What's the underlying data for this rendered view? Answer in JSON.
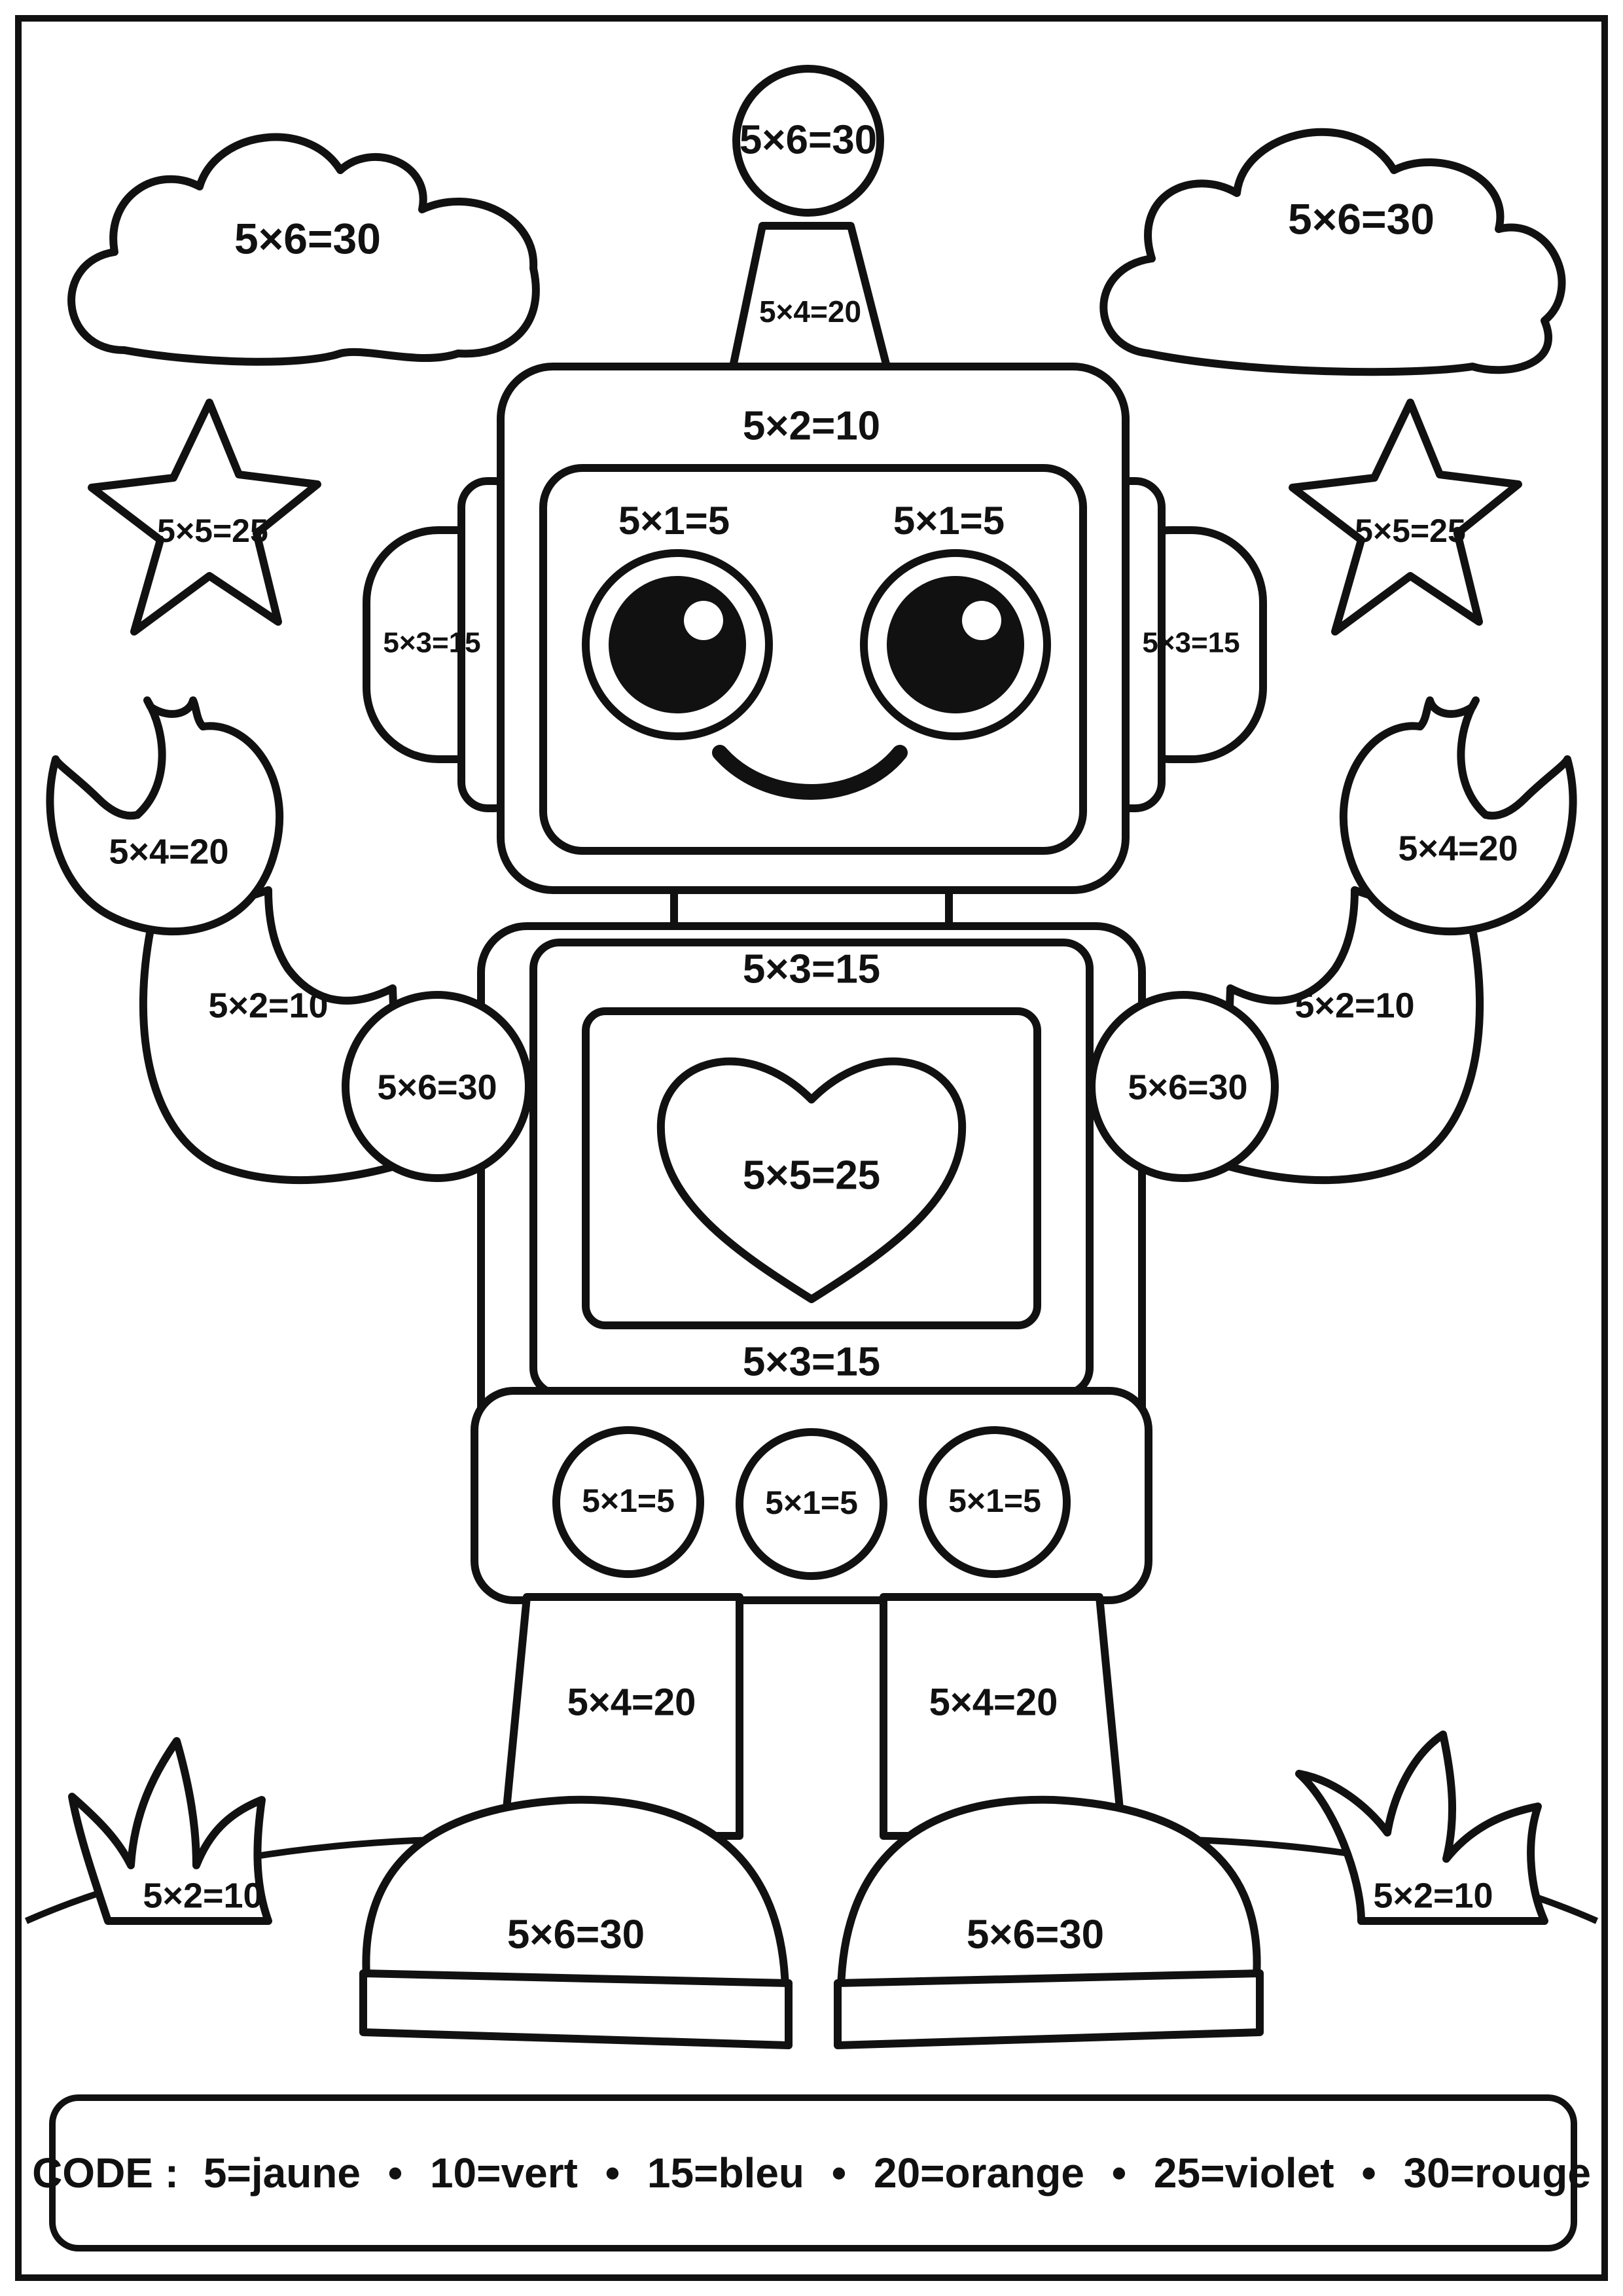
{
  "labels": {
    "antenna_ball": "5×6=30",
    "antenna_stem": "5×4=20",
    "cloud_left": "5×6=30",
    "cloud_right": "5×6=30",
    "star_left": "5×5=25",
    "star_right": "5×5=25",
    "head": "5×2=10",
    "eye_left": "5×1=5",
    "eye_right": "5×1=5",
    "ear_left": "5×3=15",
    "ear_right": "5×3=15",
    "claw_left": "5×4=20",
    "claw_right": "5×4=20",
    "arm_left": "5×2=10",
    "arm_right": "5×2=10",
    "shoulder_left": "5×6=30",
    "shoulder_right": "5×6=30",
    "chest_top": "5×3=15",
    "heart": "5×5=25",
    "chest_bottom": "5×3=15",
    "button_1": "5×1=5",
    "button_2": "5×1=5",
    "button_3": "5×1=5",
    "leg_left": "5×4=20",
    "leg_right": "5×4=20",
    "foot_left": "5×6=30",
    "foot_right": "5×6=30",
    "grass_left": "5×2=10",
    "grass_right": "5×2=10"
  },
  "legend": {
    "prefix": "CODE :",
    "entries": [
      {
        "text": "5=jaune",
        "value": 5,
        "color_name": "jaune"
      },
      {
        "text": "10=vert",
        "value": 10,
        "color_name": "vert"
      },
      {
        "text": "15=bleu",
        "value": 15,
        "color_name": "bleu"
      },
      {
        "text": "20=orange",
        "value": 20,
        "color_name": "orange"
      },
      {
        "text": "25=violet",
        "value": 25,
        "color_name": "violet"
      },
      {
        "text": "30=rouge",
        "value": 30,
        "color_name": "rouge"
      }
    ],
    "separator": "•"
  }
}
